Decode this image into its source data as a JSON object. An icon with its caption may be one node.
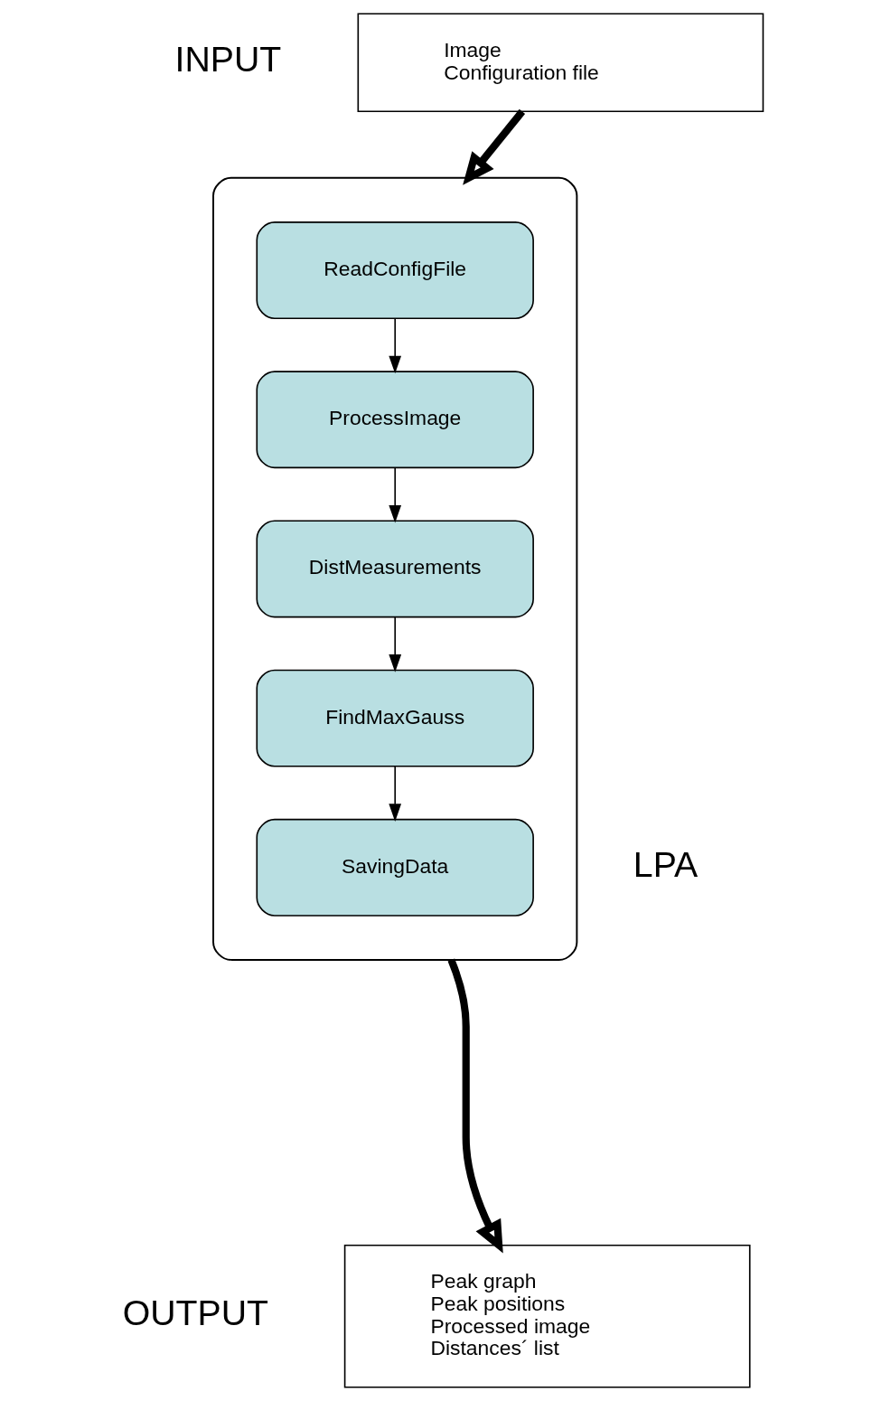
{
  "diagram": {
    "nodes": [
      {
        "text": [
          "Image",
          "Configuration file"
        ],
        "beside": [
          "INPUT"
        ]
      },
      {
        "text": [],
        "shape": "box",
        "beside": [
          "LPA"
        ]
      },
      {
        "text": [
          "ReadConfigFile"
        ],
        "in": 1
      },
      {
        "text": [
          "ProcessImage"
        ],
        "in": 1
      },
      {
        "text": [
          "DistMeasurements"
        ],
        "in": 1
      },
      {
        "text": [
          "FindMaxGauss"
        ],
        "in": 1
      },
      {
        "text": [
          "SavingData"
        ],
        "in": 1
      },
      {
        "text": [
          "Peak graph",
          "Peak positions",
          "Processed image",
          "Distances´ list"
        ],
        "beside": [
          "OUTPUT"
        ]
      }
    ],
    "edges": [
      {
        "from": 0,
        "to": 1,
        "arrow": "to",
        "style": "thick"
      },
      {
        "from": 2,
        "to": 3,
        "arrow": "to"
      },
      {
        "from": 3,
        "to": 4,
        "arrow": "to"
      },
      {
        "from": 4,
        "to": 5,
        "arrow": "to"
      },
      {
        "from": 5,
        "to": 6,
        "arrow": "to"
      },
      {
        "from": 1,
        "to": 7,
        "arrow": "to",
        "style": "thick"
      }
    ]
  }
}
